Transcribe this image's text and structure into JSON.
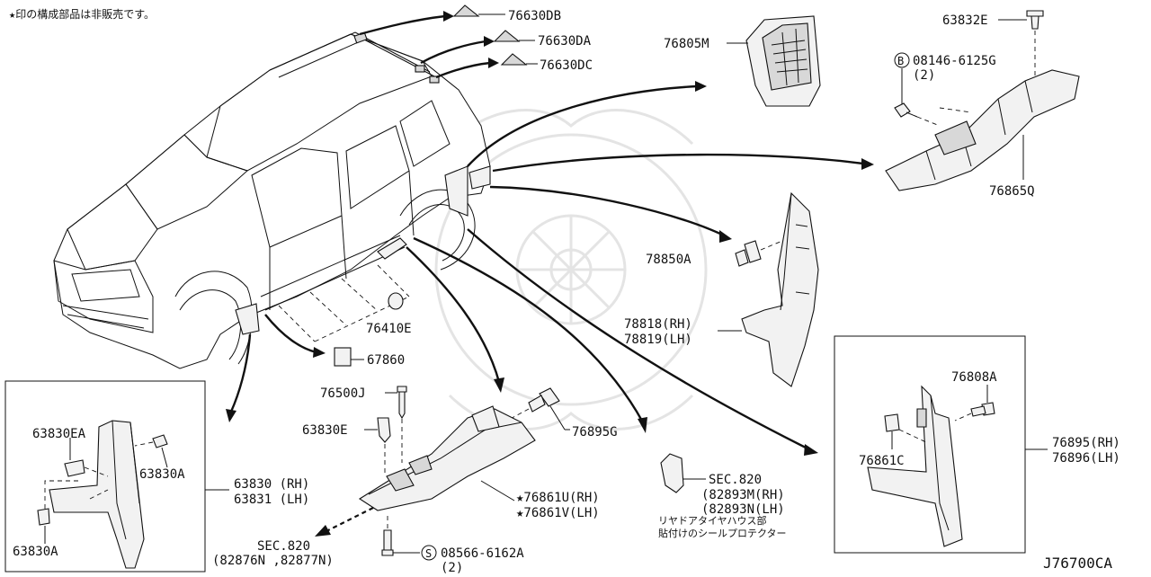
{
  "note": "★印の構成部品は非販売です。",
  "drawing_code": "J76700CA",
  "labels": {
    "p76630DB": "76630DB",
    "p76630DA": "76630DA",
    "p76630DC": "76630DC",
    "p76805M": "76805M",
    "p63832E": "63832E",
    "p08146": "08146-6125G",
    "p08146_qty": "(2)",
    "p08146_badge": "B",
    "p76865Q": "76865Q",
    "p78850A": "78850A",
    "p78818": "78818(RH)",
    "p78819": "78819(LH)",
    "p76410E": "76410E",
    "p67860": "67860",
    "p76500J": "76500J",
    "p63830E": "63830E",
    "p76895G": "76895G",
    "p63830EA": "63830EA",
    "p63830A_1": "63830A",
    "p63830A_2": "63830A",
    "p63830": "63830 (RH)",
    "p63831": "63831 (LH)",
    "p76861U": "★76861U(RH)",
    "p76861V": "★76861V(LH)",
    "sec820_a": "SEC.820",
    "sec820_a_1": "(82893M(RH)",
    "sec820_a_2": "(82893N(LH)",
    "sec820_a_jp1": "リヤドアタイヤハウス部",
    "sec820_a_jp2": "貼付けのシールプロテクター",
    "sec820_b": "SEC.820",
    "sec820_b_1": "(82876N ,82877N)",
    "p08566": "08566-6162A",
    "p08566_qty": "(2)",
    "p08566_badge": "S",
    "p76808A": "76808A",
    "p76861C": "76861C",
    "p76895": "76895(RH)",
    "p76896": "76896(LH)"
  }
}
